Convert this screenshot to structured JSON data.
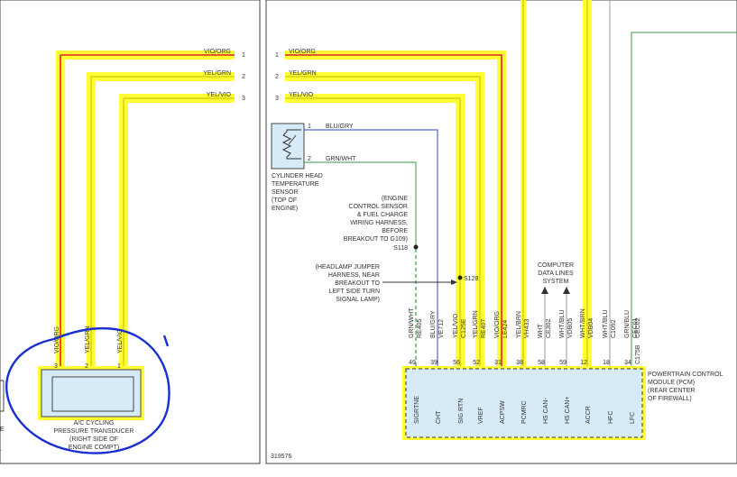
{
  "left_page": {
    "wires": [
      {
        "label": "VIO/ORG",
        "pin": "1"
      },
      {
        "label": "YEL/GRN",
        "pin": "2"
      },
      {
        "label": "YEL/VIO",
        "pin": "3"
      }
    ],
    "vertical_labels": [
      "VIO/ORG",
      "YEL/GRN",
      "YEL/VIO"
    ],
    "connector_pins": [
      "3",
      "2",
      "1"
    ],
    "component_label": [
      "A/C CYCLING",
      "PRESSURE TRANSDUCER",
      "(RIGHT SIDE OF",
      "ENGINE COMPT)"
    ],
    "edge_fragments": [
      "E",
      "."
    ]
  },
  "right_page": {
    "wires": [
      {
        "label": "VIO/ORG",
        "pin": "1"
      },
      {
        "label": "YEL/GRN",
        "pin": "2"
      },
      {
        "label": "YEL/VIO",
        "pin": "3"
      }
    ],
    "sensor": {
      "pins": [
        "1",
        "2"
      ],
      "wire_labels": [
        "BLU/GRY",
        "GRN/WHT"
      ],
      "label": [
        "CYLINDER HEAD",
        "TEMPERATURE",
        "SENSOR",
        "(TOP OF",
        "ENGINE)"
      ]
    },
    "harness_note": [
      "(ENGINE",
      "CONTROL SENSOR",
      "& FUEL CHARGE",
      "WIRING HARNESS,",
      "BEFORE",
      "BREAKOUT TO G109)"
    ],
    "splice_s118": "S118",
    "headlamp_note": [
      "(HEADLAMP JUMPER",
      "HARNESS, NEAR",
      "BREAKOUT TO",
      "LEFT SIDE TURN",
      "SIGNAL LAMP)"
    ],
    "splice_s128": "S128",
    "data_lines_label": [
      "COMPUTER",
      "DATA LINES",
      "SYSTEM"
    ],
    "pcm_columns": [
      {
        "color": "GRN/WHT",
        "circuit": "RE405",
        "pin": "49",
        "function": "SIGRTNE"
      },
      {
        "color": "BLU/GRY",
        "circuit": "VE712",
        "pin": "39",
        "function": "CHT"
      },
      {
        "color": "YEL/VIO",
        "circuit": "C125E",
        "pin": "56",
        "function": "SIG RTN"
      },
      {
        "color": "YEL/GRN",
        "circuit": "RE407",
        "pin": "52",
        "function": "VREF"
      },
      {
        "color": "VIO/ORG",
        "circuit": "LE424",
        "pin": "31",
        "function": "ACPSW"
      },
      {
        "color": "YEL/BRN",
        "circuit": "VH433",
        "pin": "38",
        "function": "PCMRC"
      },
      {
        "color": "WHT",
        "circuit": "CE302",
        "pin": "58",
        "function": "HS CAN-"
      },
      {
        "color": "WHT/BLU",
        "circuit": "VDB05",
        "pin": "59",
        "function": "HS CAN+"
      },
      {
        "color": "WHT/BRN",
        "circuit": "VDB04",
        "pin": "12",
        "function": "ACCR"
      },
      {
        "color": "WHT/BLU",
        "circuit": "C1092",
        "pin": "18",
        "function": "HFC"
      },
      {
        "color": "GRN/BLU",
        "circuit": "CEC01",
        "pin": "34",
        "function": "LFC"
      }
    ],
    "pcm_extra_circuits": [
      "CEC02",
      "C175B"
    ],
    "pcm_label": [
      "POWERTRAIN CONTROL",
      "MODULE (PCM)",
      "(REAR CENTER",
      "OF FIREWALL)"
    ],
    "figure_number": "319576"
  },
  "colors": {
    "highlight": "#ffff33",
    "red_wire": "#dd2222",
    "blue_wire": "#3344bb",
    "green_wire": "#339944",
    "gray_wire": "#999999",
    "pen_annotation": "#1a2fd0",
    "connector_fill": "#d6eaf8"
  }
}
